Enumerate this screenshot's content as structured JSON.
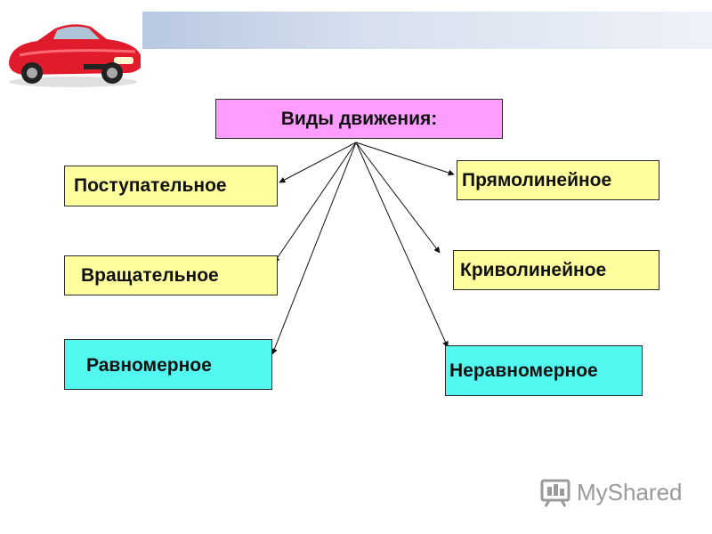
{
  "diagram": {
    "root": "Виды движения:",
    "left": [
      "Поступательное",
      "Вращательное",
      "Равномерное"
    ],
    "right": [
      "Прямолинейное",
      "Криволинейное",
      "Неравномерное"
    ]
  },
  "watermark": {
    "text": "MyShared"
  },
  "colors": {
    "root": "#ff9cff",
    "yellow": "#ffff9e",
    "cyan": "#52f7ef",
    "header": "#c9d5ea"
  },
  "icons": [
    "car-image",
    "myshared-logo-icon"
  ]
}
